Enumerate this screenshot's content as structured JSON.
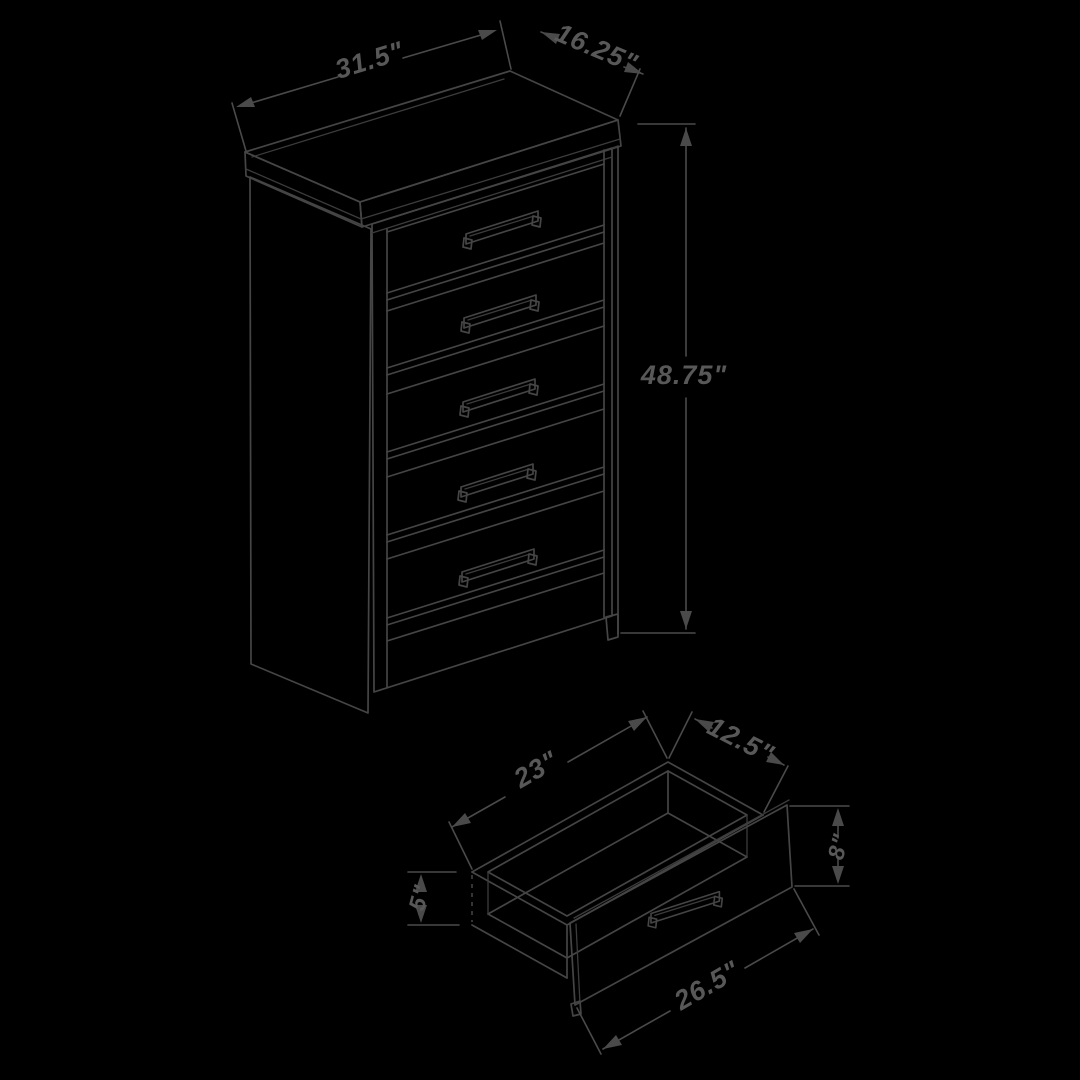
{
  "page": {
    "background": "#000000",
    "line_color": "#454545",
    "text_color": "#585858"
  },
  "diagram": {
    "subject": "Dimensioned isometric line drawing of a 5-drawer chest and one pull-out drawer box",
    "chest_view": {
      "name": "chest isometric view",
      "drawer_count": 5,
      "dims": {
        "width": "31.5\"",
        "depth": "16.25\"",
        "height": "48.75\""
      }
    },
    "drawer_view": {
      "name": "drawer box isometric view",
      "dims": {
        "inner_width": "23\"",
        "inner_depth": "12.5\"",
        "front_height": "8\"",
        "side_height": "5\"",
        "front_width": "26.5\""
      }
    }
  }
}
